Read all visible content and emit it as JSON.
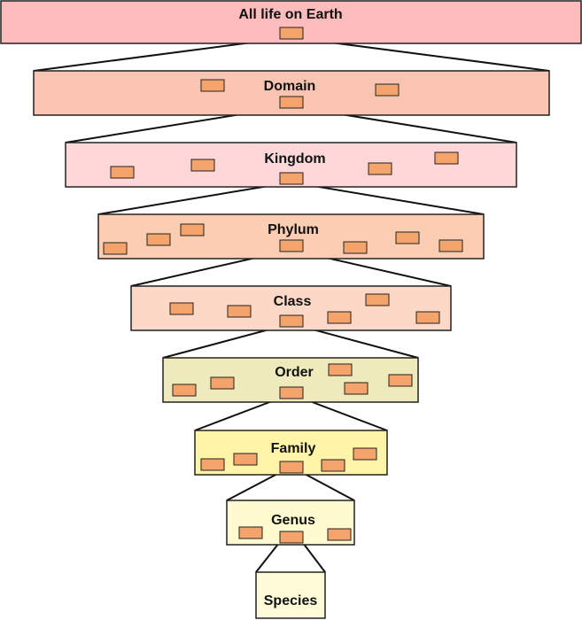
{
  "levels": [
    {
      "id": "life",
      "label": "All life on Earth",
      "color": "#ffbcbc"
    },
    {
      "id": "domain",
      "label": "Domain",
      "color": "#f9c5b2"
    },
    {
      "id": "kingdom",
      "label": "Kingdom",
      "color": "#ffd7d9"
    },
    {
      "id": "phylum",
      "label": "Phylum",
      "color": "#fbcdb3"
    },
    {
      "id": "class",
      "label": "Class",
      "color": "#fdd8c6"
    },
    {
      "id": "order",
      "label": "Order",
      "color": "#eeeabb"
    },
    {
      "id": "family",
      "label": "Family",
      "color": "#fff4a8"
    },
    {
      "id": "genus",
      "label": "Genus",
      "color": "#fffad0"
    },
    {
      "id": "species",
      "label": "Species",
      "color": "#fffbd8"
    }
  ],
  "mini_box_color": "#f4a46a",
  "line_color": "#111111"
}
